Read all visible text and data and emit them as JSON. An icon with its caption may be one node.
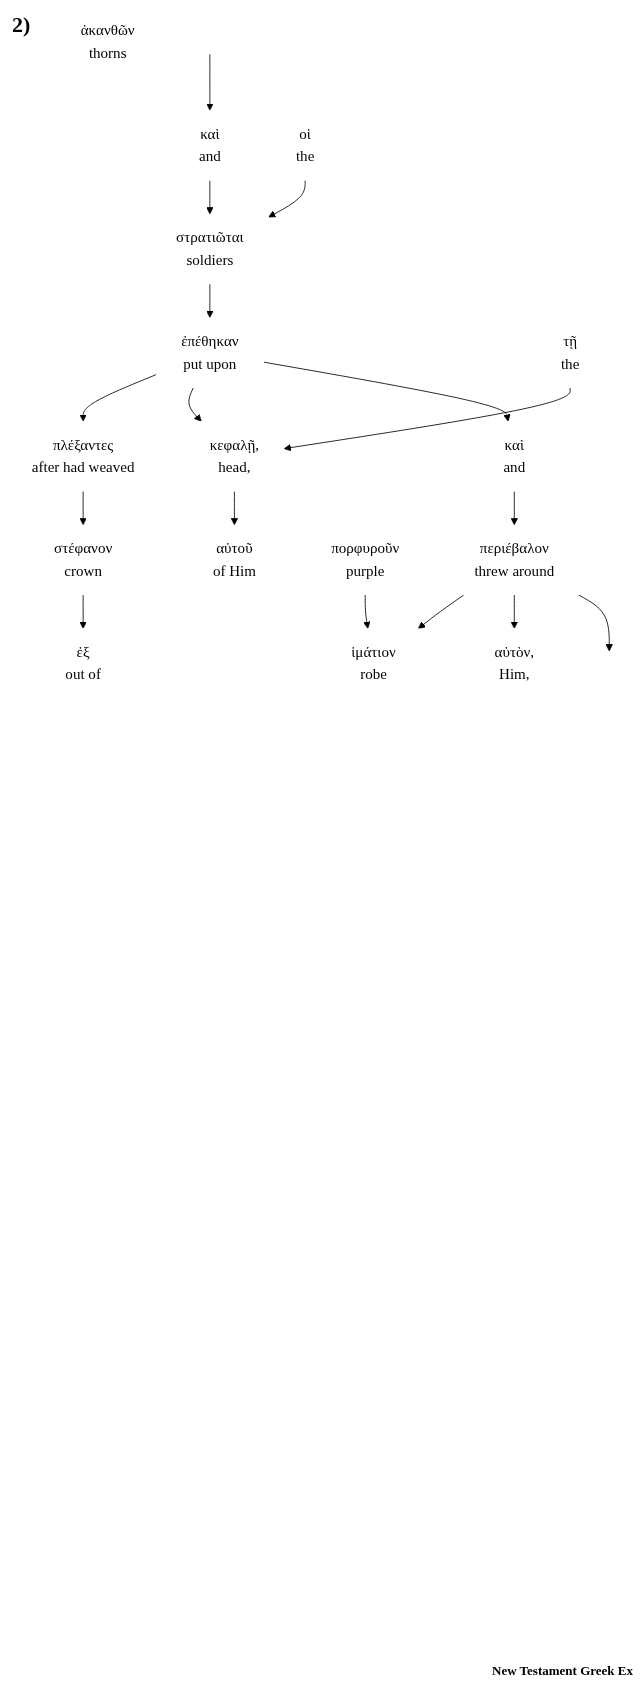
{
  "diagram": {
    "nodes": [
      {
        "text": [
          "καὶ",
          "and"
        ]
      },
      {
        "text": [
          "οἱ",
          "the"
        ]
      },
      {
        "text": [
          "στρατιῶται",
          "soldiers"
        ]
      },
      {
        "text": [
          "πλέξαντες",
          "after had weaved"
        ]
      },
      {
        "text": [
          "στέφανον",
          "crown"
        ]
      },
      {
        "text": [
          "ἐξ",
          "out of"
        ]
      },
      {
        "text": [
          "ἀκανθῶν",
          "thorns"
        ]
      },
      {
        "text": [
          "ἐπέθηκαν",
          "put upon"
        ]
      },
      {
        "text": [
          "αὐτοῦ",
          "of Him"
        ]
      },
      {
        "text": [
          "τῇ",
          "the"
        ]
      },
      {
        "text": [
          "κεφαλῇ,",
          "head,"
        ]
      },
      {
        "text": [
          "καὶ",
          "and"
        ]
      },
      {
        "text": [
          "ἱμάτιον",
          "robe"
        ]
      },
      {
        "text": [
          "πορφυροῦν",
          "purple"
        ]
      },
      {
        "text": [
          "περιέβαλον",
          "threw around"
        ]
      },
      {
        "text": [
          "αὐτὸν,",
          "Him,"
        ]
      }
    ],
    "edges": [
      {
        "from": null,
        "to": 0,
        "arrow": "to"
      },
      {
        "from": 0,
        "to": 2,
        "arrow": "to"
      },
      {
        "from": 1,
        "to": 2,
        "arrow": "to"
      },
      {
        "from": 2,
        "to": 7,
        "arrow": "to"
      },
      {
        "from": 7,
        "to": 3,
        "arrow": "to"
      },
      {
        "from": 3,
        "to": 4,
        "arrow": "to"
      },
      {
        "from": 4,
        "to": 5,
        "arrow": "to"
      },
      {
        "from": 7,
        "to": 10,
        "arrow": "to"
      },
      {
        "from": 9,
        "to": 10,
        "arrow": "to"
      },
      {
        "from": 10,
        "to": 8,
        "arrow": "to"
      },
      {
        "from": 7,
        "to": 11,
        "arrow": "to"
      },
      {
        "from": 14,
        "to": 12,
        "arrow": "to"
      },
      {
        "from": 13,
        "to": 12,
        "arrow": "to"
      },
      {
        "from": 11,
        "to": 14,
        "arrow": "to"
      },
      {
        "from": 14,
        "to": 15,
        "arrow": "to"
      },
      {
        "from": 14,
        "to": null,
        "arrow": "to"
      }
    ],
    "labels": [
      "2)",
      "New Testament Greek Ex"
    ]
  }
}
